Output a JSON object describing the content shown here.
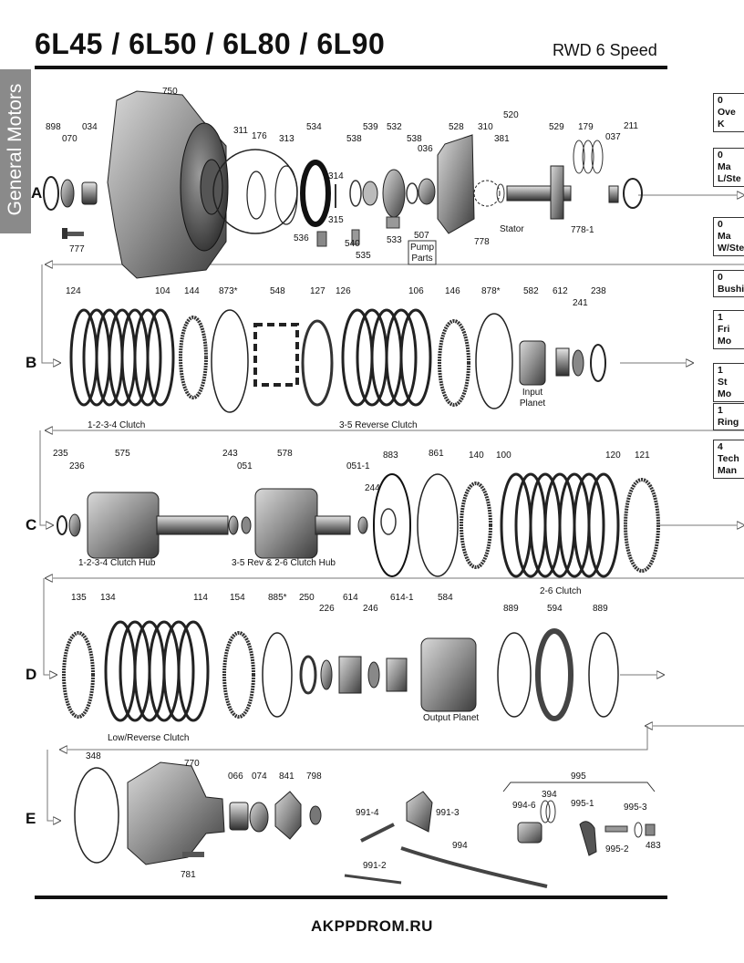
{
  "header": {
    "title": "6L45 / 6L50 / 6L80 / 6L90",
    "subtitle": "RWD 6 Speed",
    "brand": "General Motors"
  },
  "footer": {
    "site": "AKPPDROM.RU"
  },
  "rows": [
    "A",
    "B",
    "C",
    "D",
    "E"
  ],
  "side_boxes": [
    {
      "code": "0",
      "lines": [
        "Ove",
        "K"
      ]
    },
    {
      "code": "0",
      "lines": [
        "Ma",
        "L/Ste"
      ]
    },
    {
      "code": "0",
      "lines": [
        "Ma",
        "W/Ste"
      ]
    },
    {
      "code": "0",
      "lines": [
        "Bushi"
      ]
    },
    {
      "code": "1",
      "lines": [
        "Fri",
        "Mo"
      ]
    },
    {
      "code": "1",
      "lines": [
        "St",
        "Mo"
      ]
    },
    {
      "code": "1",
      "lines": [
        "Ring"
      ]
    },
    {
      "code": "4",
      "lines": [
        "Tech",
        "Man"
      ]
    }
  ],
  "part_numbers": {
    "row_a": [
      "750",
      "898",
      "070",
      "034",
      "777",
      "311",
      "176",
      "313",
      "534",
      "314",
      "315",
      "536",
      "538",
      "539",
      "532",
      "540",
      "535",
      "533",
      "538",
      "036",
      "507",
      "520",
      "528",
      "310",
      "381",
      "529",
      "179",
      "778",
      "778-1",
      "037",
      "211"
    ],
    "row_b": [
      "124",
      "104",
      "144",
      "873*",
      "548",
      "127",
      "126",
      "106",
      "146",
      "878*",
      "582",
      "612",
      "241",
      "238"
    ],
    "row_c": [
      "235",
      "236",
      "575",
      "243",
      "051",
      "578",
      "051-1",
      "244",
      "883",
      "861",
      "140",
      "100",
      "120",
      "121"
    ],
    "row_d": [
      "135",
      "134",
      "114",
      "154",
      "885*",
      "250",
      "226",
      "614",
      "246",
      "614-1",
      "584",
      "889",
      "594",
      "889"
    ],
    "row_e": [
      "348",
      "770",
      "781",
      "066",
      "074",
      "841",
      "798",
      "991-4",
      "991-3",
      "991-2",
      "994",
      "995",
      "394",
      "994-6",
      "995-1",
      "995-3",
      "995-2",
      "483"
    ]
  },
  "captions": {
    "pump_parts": "Pump\nParts",
    "stator": "Stator",
    "clutch_1234": "1-2-3-4 Clutch",
    "clutch_35rev": "3-5 Reverse Clutch",
    "input_planet": "Input\nPlanet",
    "hub_1234": "1-2-3-4 Clutch Hub",
    "hub_35rev_26": "3-5 Rev & 2-6 Clutch Hub",
    "clutch_26": "2-6 Clutch",
    "clutch_lowrev": "Low/Reverse Clutch",
    "output_planet": "Output Planet"
  }
}
